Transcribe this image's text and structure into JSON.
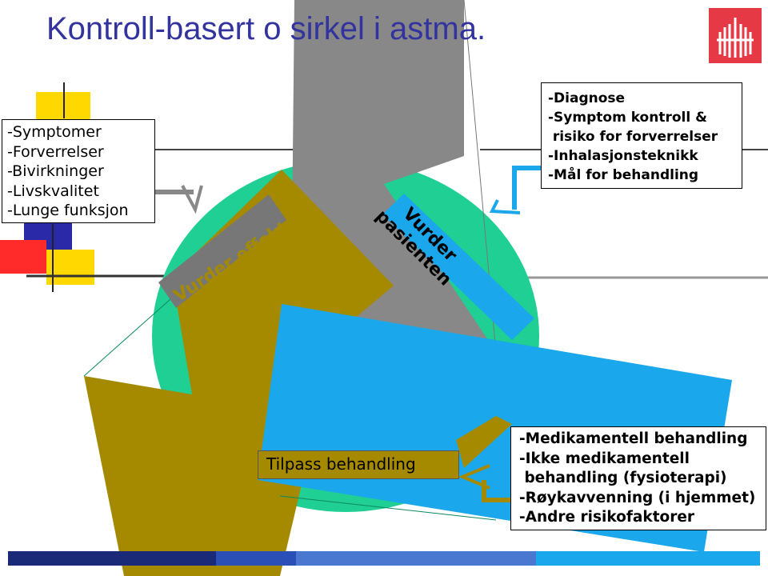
{
  "title": "Kontroll-basert o                       sirkel i astma.",
  "assess_box": {
    "lines": [
      "-Symptomer",
      "-Forverrelser",
      "-Bivirkninger",
      "-Livskvalitet",
      "-Lunge funksjon"
    ]
  },
  "diagnosis_box": {
    "lines": [
      "-Diagnose",
      "-Symptom kontroll &",
      " risiko for forverrelser",
      "-Inhalasjonsteknikk",
      "-Mål for behandling"
    ]
  },
  "treatment_box": {
    "lines": [
      "-Medikamentell behandling",
      "-Ikke medikamentell",
      " behandling (fysioterapi)",
      "-Røykavvenning (i hjemmet)",
      "-Andre risikofaktorer"
    ]
  },
  "cycle_labels": {
    "vurder_effekt": "Vurder effekt",
    "vurder_pasienten_line1": "Vurder",
    "vurder_pasienten_line2": "pasienten",
    "tilpass_behandling": "Tilpass behandling"
  },
  "colors": {
    "title": "#3333a0",
    "circle": "#1fcf93",
    "olive": "#a58a00",
    "sky": "#1aa7ec",
    "gray": "#888888",
    "logo": "#e63946"
  }
}
